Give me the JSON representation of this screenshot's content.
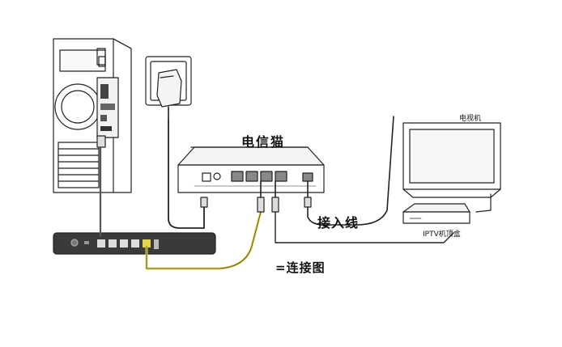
{
  "labels": {
    "modem": "电信猫",
    "incoming_line": "接入线",
    "caption": "=连接图",
    "tv": "电视机",
    "settop_box": "IPTV机顶盒"
  }
}
